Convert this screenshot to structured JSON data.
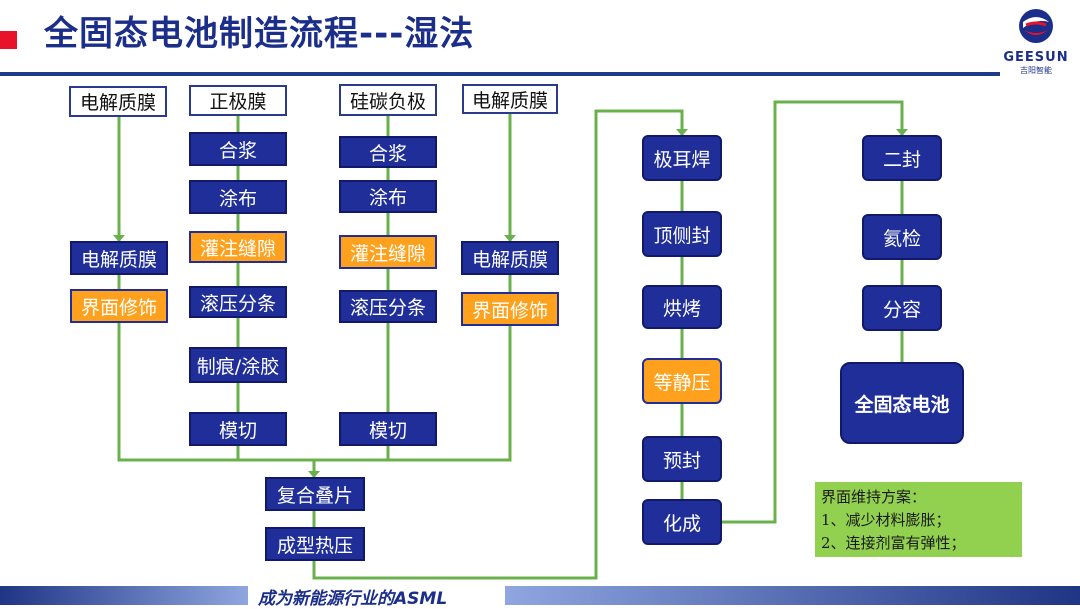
{
  "title": "全固态电池制造流程---湿法",
  "logo": {
    "name": "GEESUN",
    "subtitle": "吉阳智能"
  },
  "columns": {
    "col1": {
      "header": "电解质膜",
      "steps": [
        "电解质膜",
        "界面修饰"
      ]
    },
    "col2": {
      "header": "正极膜",
      "steps": [
        "合浆",
        "涂布",
        "灌注缝隙",
        "滚压分条",
        "制痕/涂胶",
        "模切"
      ]
    },
    "col3": {
      "header": "硅碳负极",
      "steps": [
        "合浆",
        "涂布",
        "灌注缝隙",
        "滚压分条",
        "模切"
      ]
    },
    "col4": {
      "header": "电解质膜",
      "steps": [
        "电解质膜",
        "界面修饰"
      ]
    }
  },
  "merge_steps": [
    "复合叠片",
    "成型热压"
  ],
  "cell_steps": [
    "极耳焊",
    "顶侧封",
    "烘烤",
    "等静压",
    "预封",
    "化成"
  ],
  "final_steps": [
    "二封",
    "氦检",
    "分容"
  ],
  "final_product": "全固态电池",
  "note": {
    "heading": "界面维持方案：",
    "items": [
      "1、减少材料膨胀；",
      "2、连接剂富有弹性；"
    ]
  },
  "footer_slogan": "成为新能源行业的ASML",
  "colors": {
    "navy": "#1f2e99",
    "orange": "#ffa11c",
    "connector": "#6ab04c",
    "note_bg": "#92d050",
    "title": "#1b2e8a"
  }
}
